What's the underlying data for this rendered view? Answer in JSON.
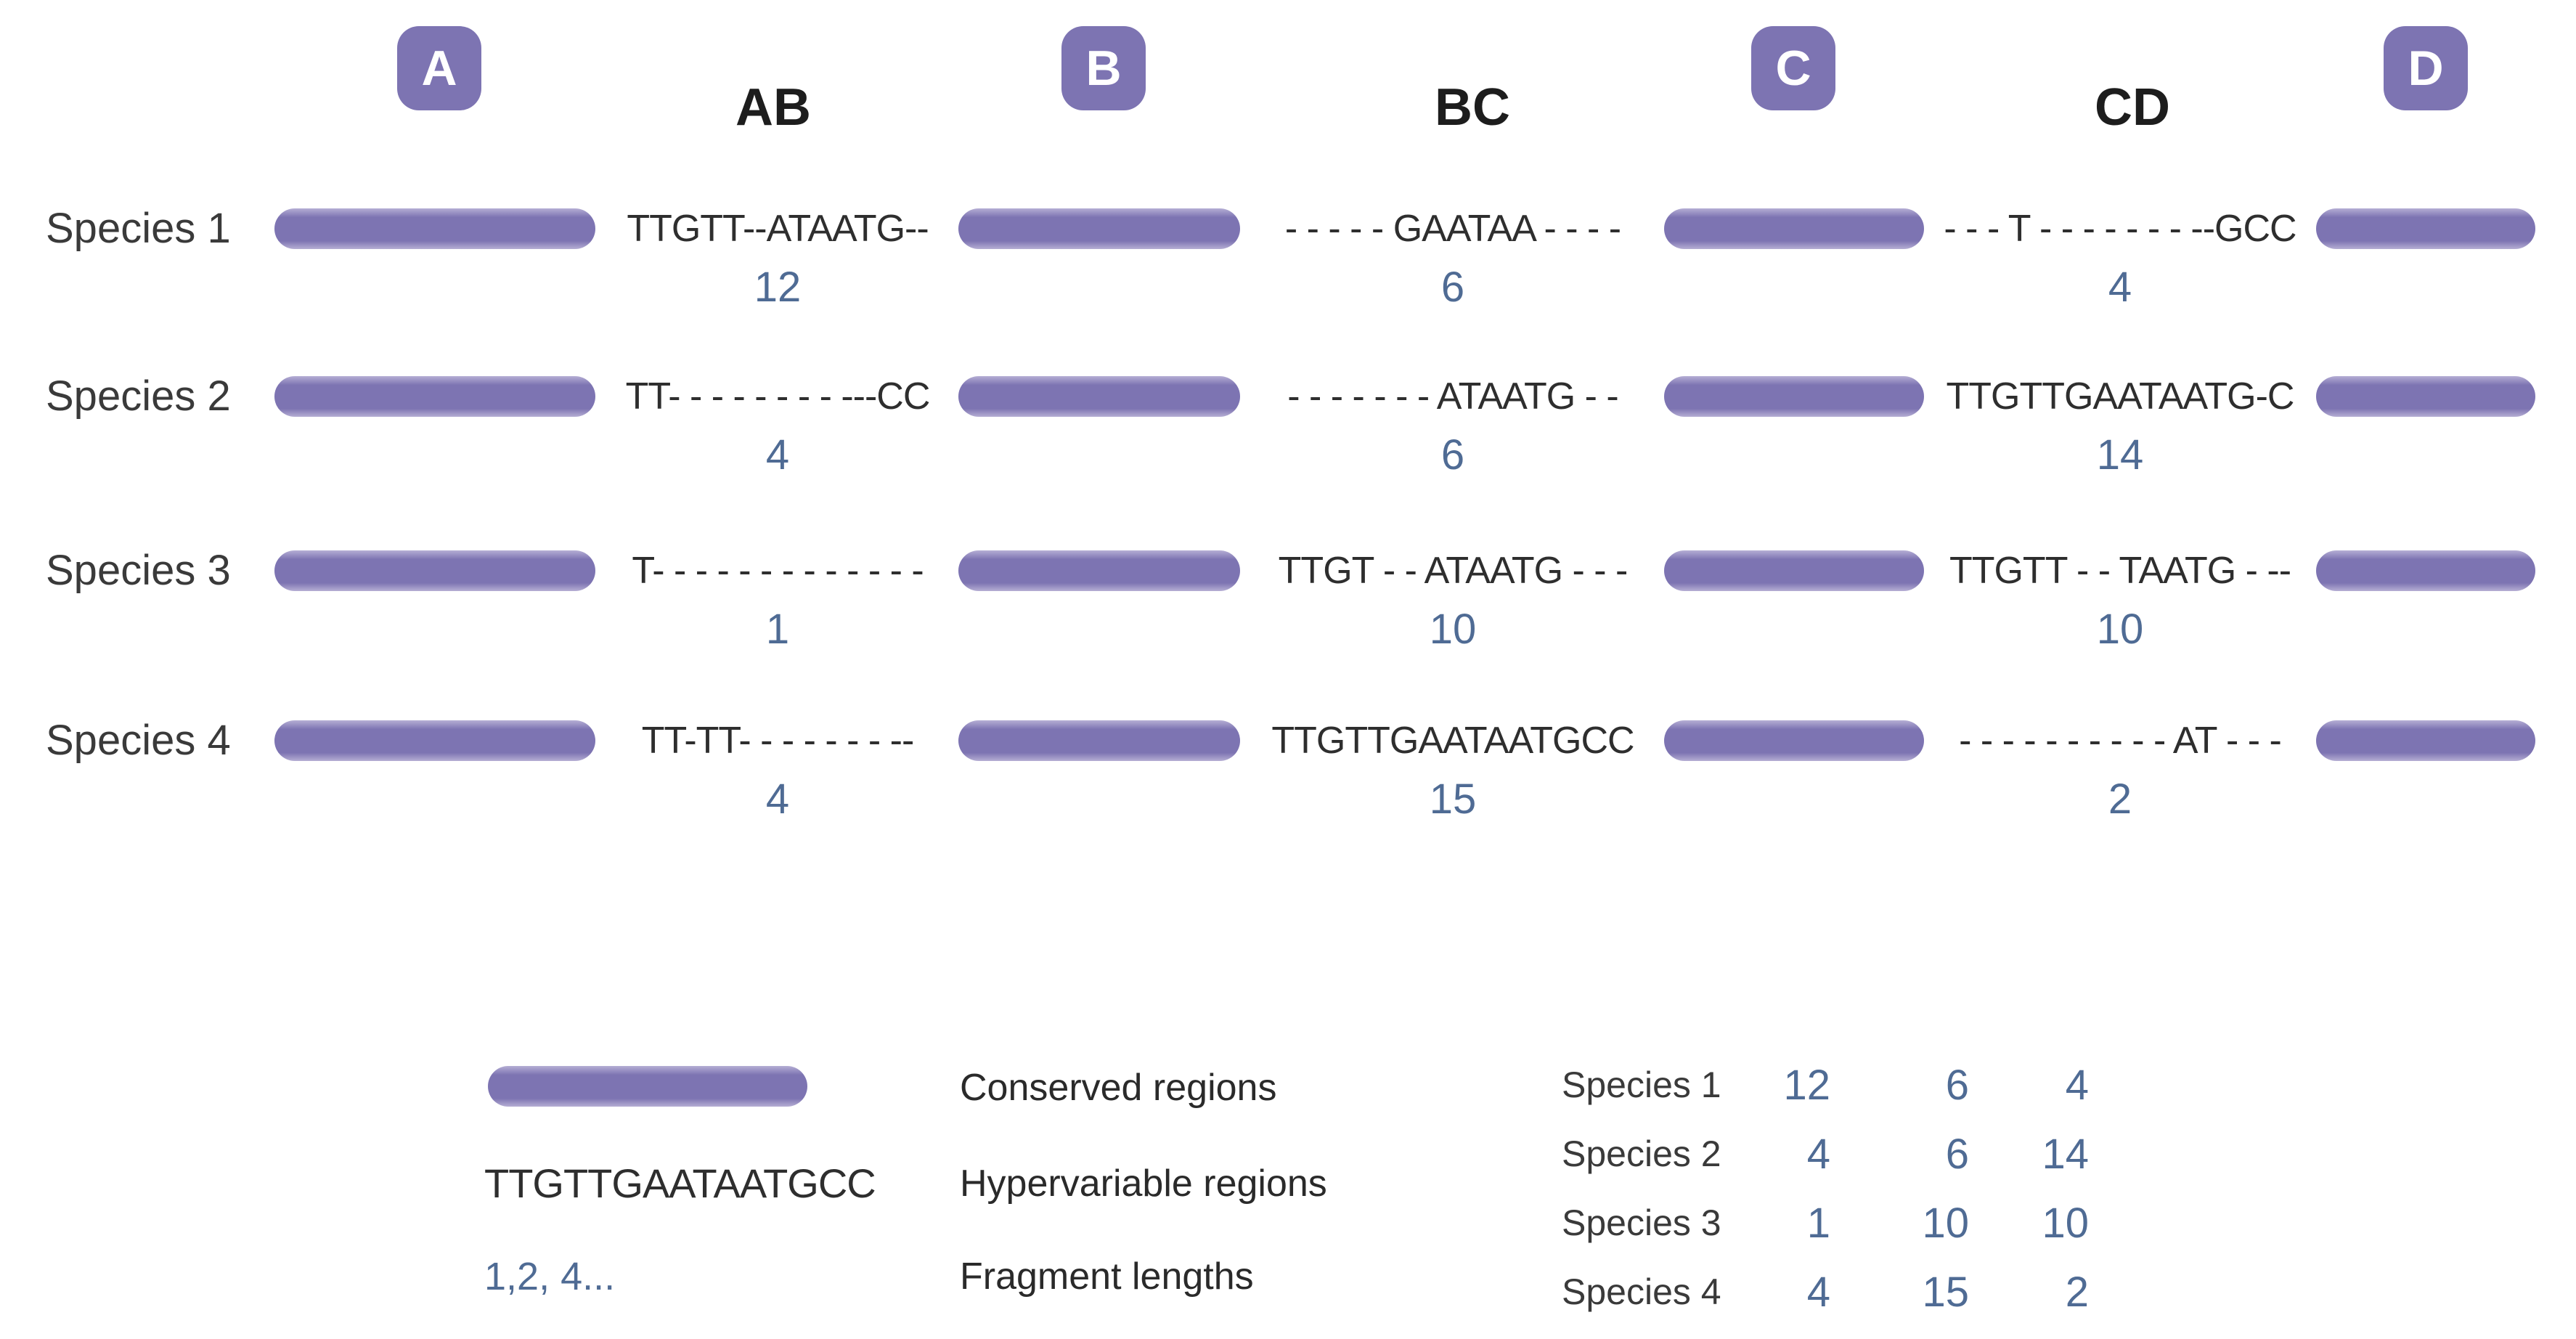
{
  "colors": {
    "purple": "#7D74B2",
    "purple_light": "#B5AED4",
    "blue": "#4F6B94",
    "text": "#2E2E2E",
    "label": "#3A3A3A",
    "heading": "#1D1D1D"
  },
  "header": {
    "badges": [
      "A",
      "B",
      "C",
      "D"
    ],
    "regions": [
      "AB",
      "BC",
      "CD"
    ]
  },
  "alignment": {
    "rows": [
      {
        "species": "Species 1",
        "ab": {
          "seq": "TTGTT--ATAATG--",
          "len": "12"
        },
        "bc": {
          "seq": "- - - - - GAATAA - - - -",
          "len": "6"
        },
        "cd": {
          "seq": "- - - T - - - - - - - --GCC",
          "len": "4"
        }
      },
      {
        "species": "Species 2",
        "ab": {
          "seq": "TT- - - - - - - - ---CC",
          "len": "4"
        },
        "bc": {
          "seq": "- - - - - - - ATAATG - -",
          "len": "6"
        },
        "cd": {
          "seq": "TTGTTGAATAATG-C",
          "len": "14"
        }
      },
      {
        "species": "Species 3",
        "ab": {
          "seq": "T- - - - - - - - - - - - -",
          "len": "1"
        },
        "bc": {
          "seq": "TTGT - - ATAATG - - -",
          "len": "10"
        },
        "cd": {
          "seq": "TTGTT - - TAATG - --",
          "len": "10"
        }
      },
      {
        "species": "Species 4",
        "ab": {
          "seq": "TT-TT- - - - - - - --",
          "len": "4"
        },
        "bc": {
          "seq": "TTGTTGAATAATGCC",
          "len": "15"
        },
        "cd": {
          "seq": "- - - - - - - - - - AT - - -",
          "len": "2"
        }
      }
    ]
  },
  "legend": {
    "conserved": {
      "label": "Conserved regions"
    },
    "hypervariable": {
      "key": "TTGTTGAATAATGCC",
      "label": "Hypervariable regions"
    },
    "fragment": {
      "key": "1,2, 4...",
      "label": "Fragment lengths"
    }
  },
  "table": {
    "rows": [
      {
        "species": "Species 1",
        "values": [
          "12",
          "6",
          "4"
        ]
      },
      {
        "species": "Species 2",
        "values": [
          "4",
          "6",
          "14"
        ]
      },
      {
        "species": "Species 3",
        "values": [
          "1",
          "10",
          "10"
        ]
      },
      {
        "species": "Species 4",
        "values": [
          "4",
          "15",
          "2"
        ]
      }
    ]
  }
}
